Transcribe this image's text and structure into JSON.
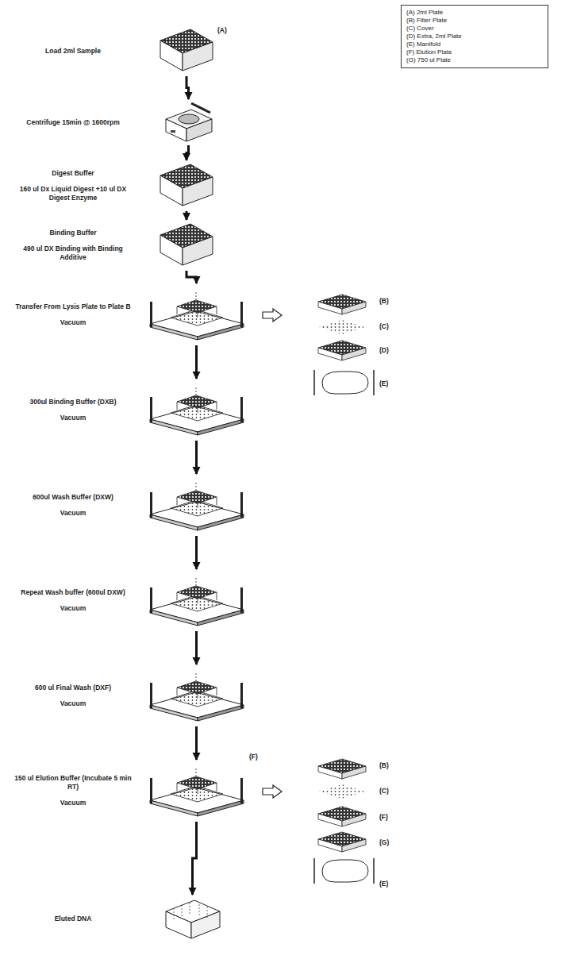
{
  "diagram": {
    "nodes": [
      {
        "text": [
          "Load 2ml Sample"
        ]
      },
      {
        "text": [
          "Centrifuge 15min @ 1600rpm"
        ]
      },
      {
        "text": [
          "Digest Buffer",
          "160 ul Dx Liquid Digest +10 ul DX Digest Enzyme"
        ]
      },
      {
        "text": [
          "Binding Buffer",
          "490 ul DX Binding with Binding Additive"
        ]
      },
      {
        "text": [
          "Transfer From Lysis Plate to Plate B",
          "Vacuum"
        ]
      },
      {
        "text": [
          "300ul Binding Buffer (DXB)",
          "Vacuum"
        ]
      },
      {
        "text": [
          "600ul Wash Buffer (DXW)",
          "Vacuum"
        ]
      },
      {
        "text": [
          "Repeat Wash buffer (600ul DXW)",
          "Vacuum"
        ]
      },
      {
        "text": [
          "600 ul Final Wash (DXF)",
          "Vacuum"
        ]
      },
      {
        "text": [
          "150 ul Elution Buffer (Incubate 5 min RT)",
          "Vacuum"
        ]
      },
      {
        "text": [
          "Eluted DNA"
        ]
      }
    ],
    "edges": [
      {
        "from": 0,
        "to": 1,
        "arrow": "to"
      },
      {
        "from": 1,
        "to": 2,
        "arrow": "to"
      },
      {
        "from": 2,
        "to": 3,
        "arrow": "to"
      },
      {
        "from": 3,
        "to": 4,
        "arrow": "to"
      },
      {
        "from": 4,
        "to": 5,
        "arrow": "to"
      },
      {
        "from": 5,
        "to": 6,
        "arrow": "to"
      },
      {
        "from": 6,
        "to": 7,
        "arrow": "to"
      },
      {
        "from": 7,
        "to": 8,
        "arrow": "to"
      },
      {
        "from": 8,
        "to": 9,
        "arrow": "to"
      },
      {
        "from": 9,
        "to": 10,
        "arrow": "to"
      }
    ],
    "labels": [
      "(A)",
      "(B)",
      "(C)",
      "(D)",
      "(E)",
      "(F)",
      "(B)",
      "(C)",
      "(F)",
      "(G)",
      "(E)"
    ],
    "legend": [
      {
        "text": "(A)  2ml Plate"
      },
      {
        "text": "(B)  Filter Plate"
      },
      {
        "text": "(C)  Cover"
      },
      {
        "text": "(D)  Extra, 2ml Plate"
      },
      {
        "text": "(E)  Manifold"
      },
      {
        "text": "(F)  Elution Plate"
      },
      {
        "text": "(G)  750 ul Plate"
      }
    ]
  }
}
